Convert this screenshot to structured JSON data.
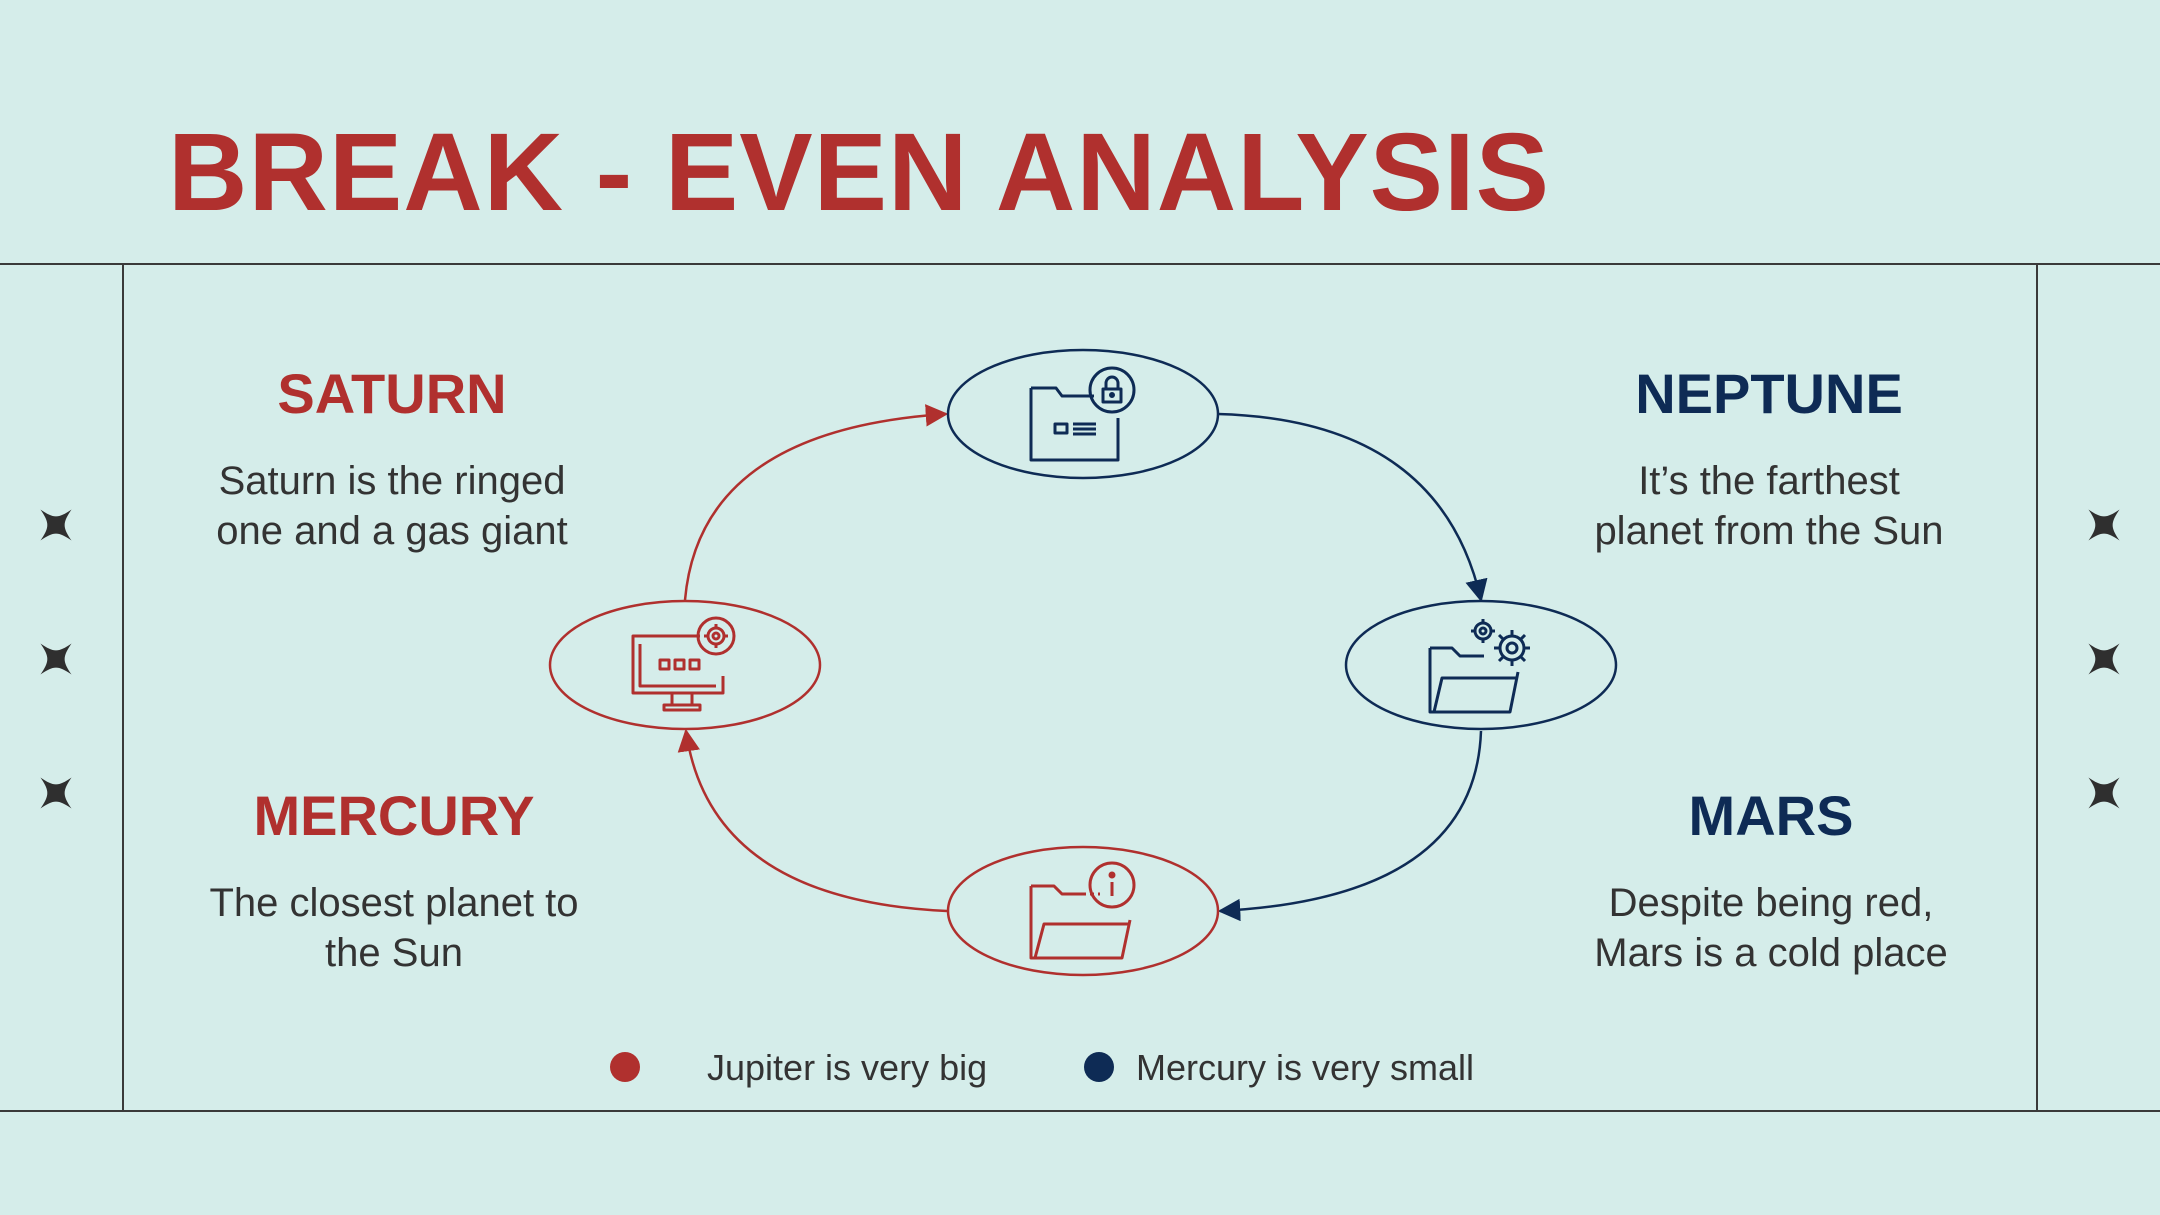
{
  "title": "BREAK - EVEN ANALYSIS",
  "colors": {
    "background": "#d5edea",
    "red": "#b0302e",
    "navy": "#0e2b55",
    "text": "#333333",
    "line": "#3a3a3a"
  },
  "blocks": {
    "saturn": {
      "title": "SATURN",
      "line1": "Saturn is the ringed",
      "line2": "one and a gas giant"
    },
    "neptune": {
      "title": "NEPTUNE",
      "line1": "It’s the farthest",
      "line2": "planet from the Sun"
    },
    "mercury": {
      "title": "MERCURY",
      "line1": "The closest planet to",
      "line2": "the Sun"
    },
    "mars": {
      "title": "MARS",
      "line1": "Despite being red,",
      "line2": "Mars is a cold place"
    }
  },
  "cycle_nodes": [
    {
      "icon": "locked-folder-icon",
      "color": "navy"
    },
    {
      "icon": "folder-settings-icon",
      "color": "navy"
    },
    {
      "icon": "folder-info-icon",
      "color": "red"
    },
    {
      "icon": "monitor-settings-icon",
      "color": "red"
    }
  ],
  "legend": [
    {
      "label": "Jupiter is very big",
      "color": "#b0302e"
    },
    {
      "label": "Mercury is very small",
      "color": "#0e2b55"
    }
  ],
  "decorations": {
    "icon": "four-point-star-icon"
  }
}
